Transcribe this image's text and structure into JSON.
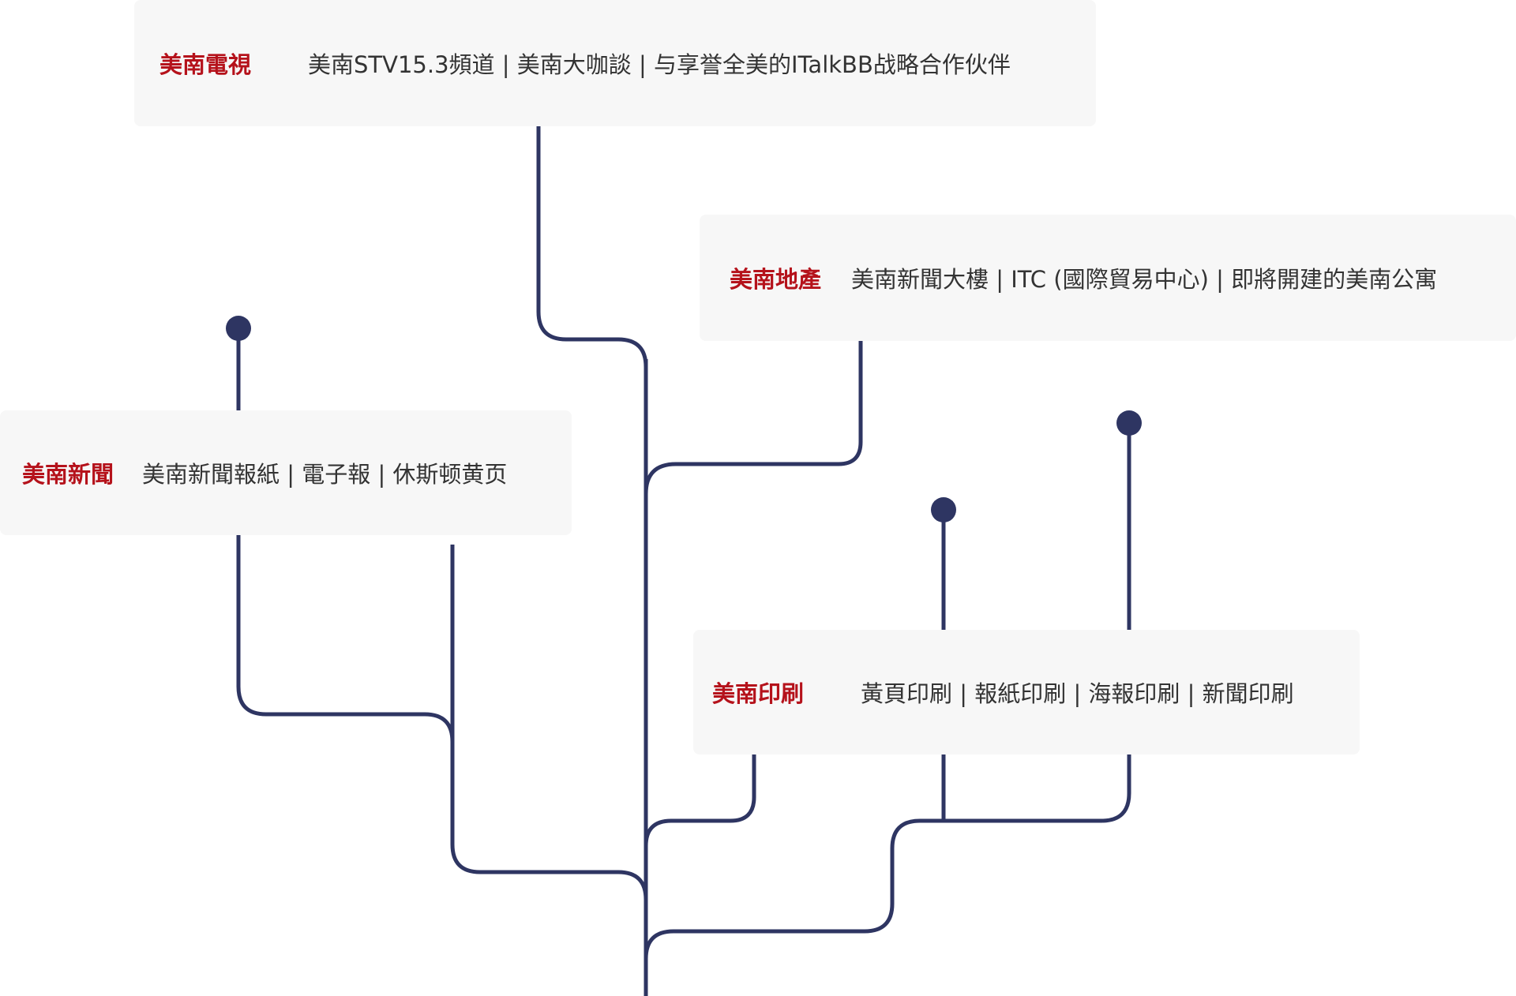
{
  "colors": {
    "branch": "#2e3562",
    "card_background": "#f7f7f7",
    "title": "#b5121b",
    "text": "#333333"
  },
  "cards": {
    "tv": {
      "title": "美南電視",
      "description": "美南STV15.3頻道 | 美南大咖談 | 与享誉全美的ITalkBB战略合作伙伴"
    },
    "realestate": {
      "title": "美南地產",
      "description": "美南新聞大樓 | ITC (國際貿易中心) | 即將開建的美南公寓"
    },
    "news": {
      "title": "美南新聞",
      "description": "美南新聞報紙 | 電子報 | 休斯顿黄页"
    },
    "printing": {
      "title": "美南印刷",
      "description": "黃頁印刷 | 報紙印刷 | 海報印刷 | 新聞印刷"
    }
  }
}
